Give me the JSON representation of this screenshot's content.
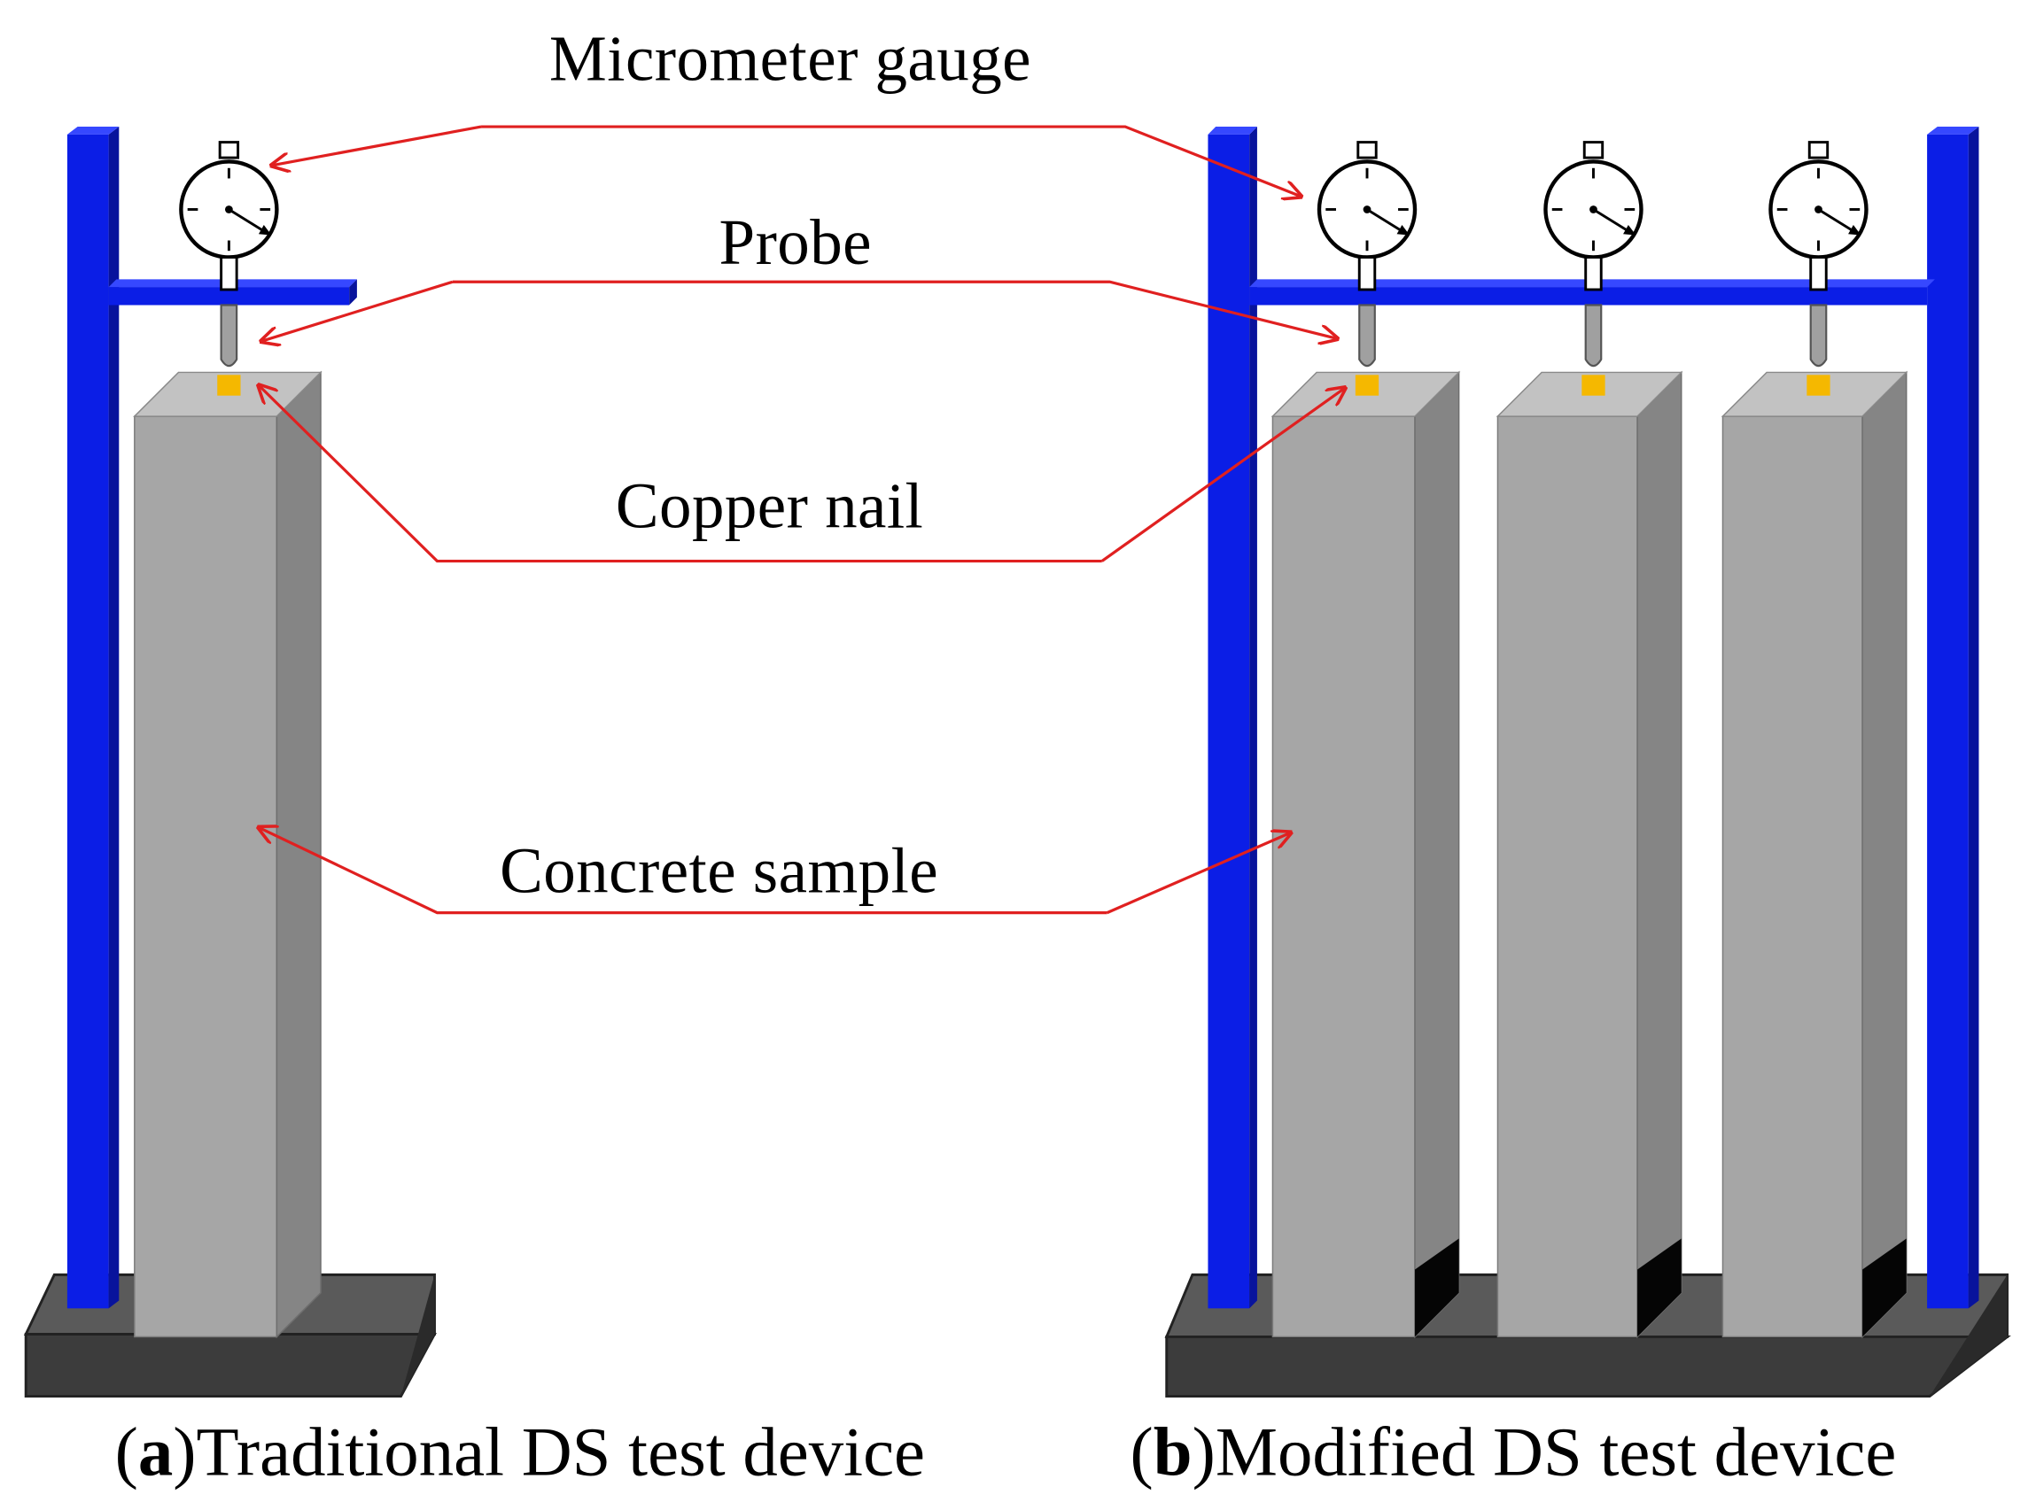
{
  "labels": {
    "micrometer_gauge": "Micrometer gauge",
    "probe": "Probe",
    "copper_nail": "Copper nail",
    "concrete_sample": "Concrete sample"
  },
  "captions": {
    "a": {
      "open": "(",
      "letter": "a",
      "close": ")",
      "text": "Traditional DS test device"
    },
    "b": {
      "open": "(",
      "letter": "b",
      "close": ")",
      "text": "Modified DS test device"
    }
  },
  "colors": {
    "frame": "#0b1ee6",
    "leader": "#e02020",
    "sample_front": "#a6a6a6",
    "sample_side": "#858585",
    "sample_top": "#c2c2c2",
    "nail": "#f5b800",
    "base_top": "#5a5a5a",
    "base_front": "#3c3c3c"
  }
}
